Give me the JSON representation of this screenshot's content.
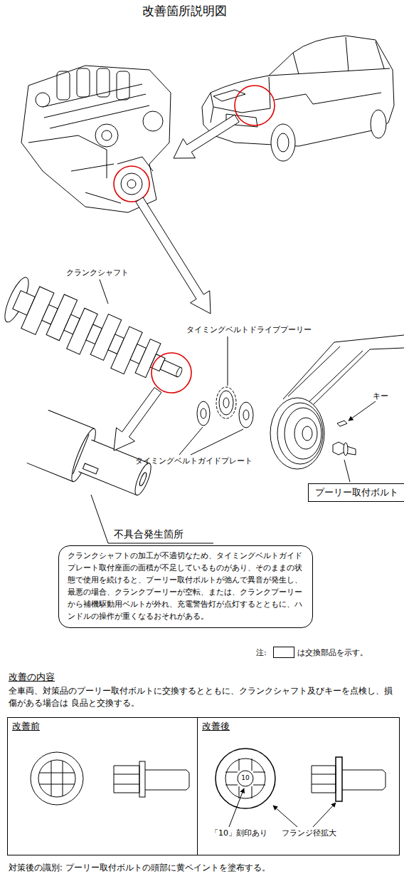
{
  "diagram": {
    "title": "改善箇所説明図",
    "nodes": [
      {
        "text": [
          "プーリー取付ボルト"
        ]
      },
      {
        "text": [
          "クランクシャフトの加工が不適切なため、タイミングベルトガイドプレート取付座面の面積が不足しているものがあり、そのままの状態で使用を続けると、プーリー取付ボルトが弛んで異音が発生し、最悪の場合、クランクプーリーが空転、または、クランクプーリーから補機駆動用ベルトが外れ、充電警告灯が点灯するとともに、ハンドルの操作が重くなるおそれがある。"
        ]
      },
      {
        "text": [
          "改善前"
        ]
      },
      {
        "text": [
          "改善後"
        ]
      }
    ],
    "labels": [
      "クランクシャフト",
      "タイミングベルトドライブプーリー",
      "キー",
      "タイミングベルトガイドプレート",
      "不具合発生箇所",
      "注:",
      "改善の内容",
      "全車両、対策品のプーリー取付ボルトに交換するとともに、クランクシャフト及びキーを点検し、損傷がある場合は 良品と交換する。",
      "10",
      "「10」刻印あり",
      "フランジ径拡大",
      "対策後の識別: プーリー取付ボルトの頭部に黄ペイントを塗布する。"
    ],
    "legend": [
      {
        "text": "は交換部品を示す。"
      }
    ]
  }
}
